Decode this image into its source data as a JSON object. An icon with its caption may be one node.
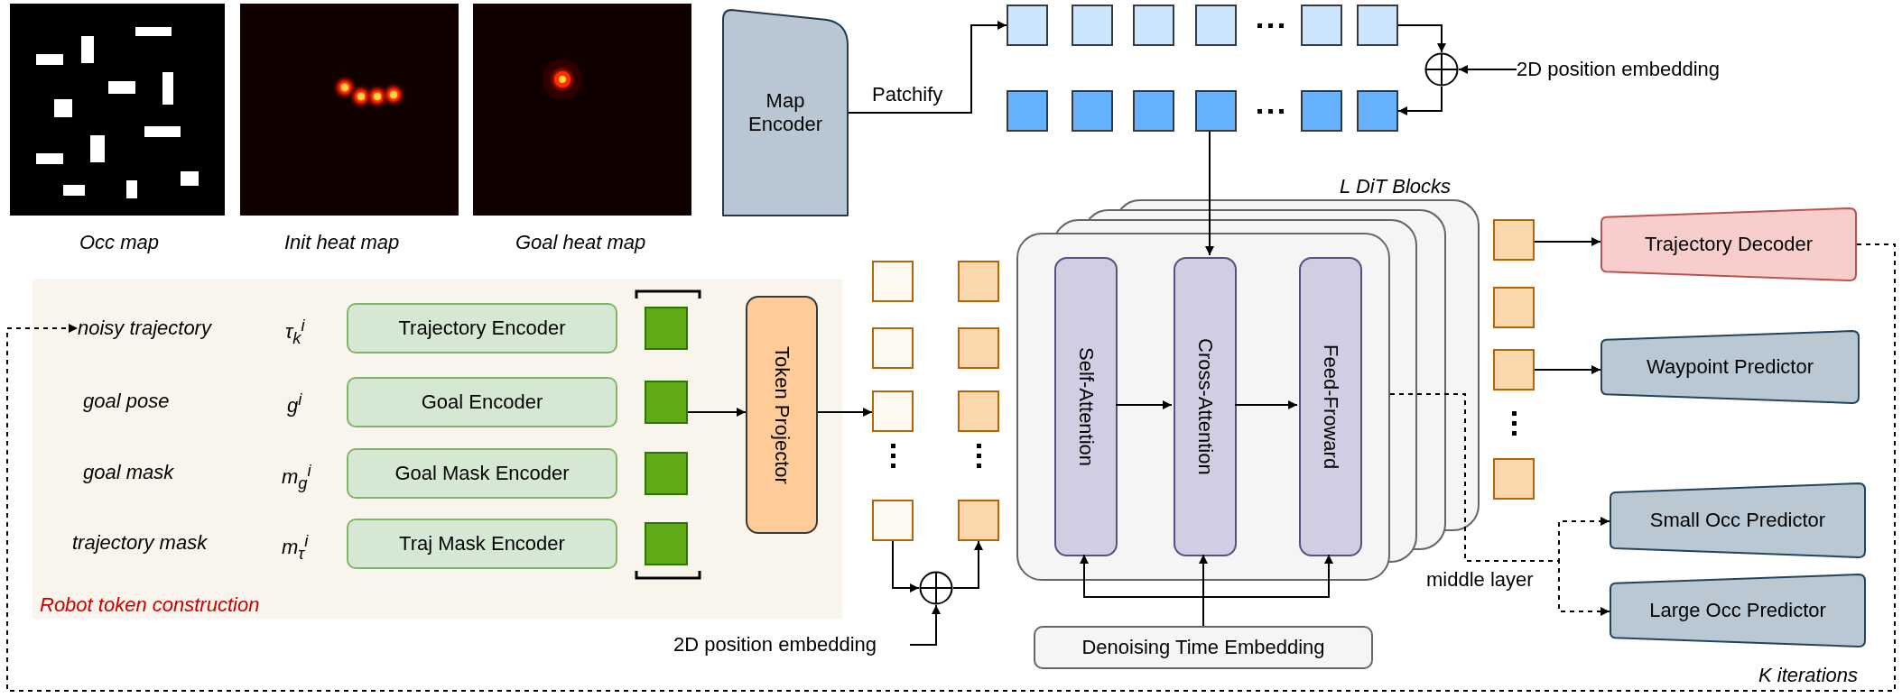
{
  "diagram": {
    "nodes": [
      {
        "text": [
          "Map Encoder"
        ]
      },
      {
        "text": [],
        "shape": "box"
      },
      {
        "text": [],
        "shape": "box"
      },
      {
        "text": [],
        "shape": "box"
      },
      {
        "text": [],
        "shape": "box"
      },
      {
        "text": [],
        "shape": "box"
      },
      {
        "text": [],
        "shape": "box"
      },
      {
        "text": [],
        "shape": "box"
      },
      {
        "text": [],
        "shape": "box"
      },
      {
        "text": [],
        "shape": "box"
      },
      {
        "text": [],
        "shape": "box"
      },
      {
        "text": [],
        "shape": "box"
      },
      {
        "text": [],
        "shape": "box"
      },
      {
        "text": [],
        "shape": "circle"
      },
      {
        "text": [
          "2D position embedding"
        ]
      },
      {
        "text": [
          "Robot token construction"
        ]
      },
      {
        "text": [
          "noisy trajectory"
        ],
        "in": 15
      },
      {
        "text": [
          "Trajectory Encoder"
        ],
        "in": 15
      },
      {
        "text": [
          "Goal Encoder"
        ],
        "in": 15
      },
      {
        "text": [
          "Goal Mask Encoder"
        ],
        "in": 15
      },
      {
        "text": [
          "Traj Mask Encoder"
        ],
        "in": 15
      },
      {
        "text": [],
        "shape": "box",
        "in": 15
      },
      {
        "text": [],
        "shape": "box",
        "in": 15
      },
      {
        "text": [],
        "shape": "box",
        "in": 15
      },
      {
        "text": [],
        "shape": "box",
        "in": 15
      },
      {
        "text": [
          "Token Projector"
        ],
        "in": 15
      },
      {
        "text": [],
        "shape": "box"
      },
      {
        "text": [],
        "shape": "box"
      },
      {
        "text": [],
        "shape": "box"
      },
      {
        "text": [],
        "shape": "box"
      },
      {
        "text": [],
        "shape": "box"
      },
      {
        "text": [],
        "shape": "box"
      },
      {
        "text": [],
        "shape": "box"
      },
      {
        "text": [],
        "shape": "box"
      },
      {
        "text": [],
        "shape": "circle"
      },
      {
        "text": [
          "2D position embedding"
        ]
      },
      {
        "text": [],
        "shape": "box"
      },
      {
        "text": [
          "Self-Attention"
        ],
        "in": 36
      },
      {
        "text": [
          "Cross-Attention"
        ],
        "in": 36
      },
      {
        "text": [
          "Feed-Froward"
        ],
        "in": 36
      },
      {
        "text": [
          "Denoising Time Embedding"
        ]
      },
      {
        "text": [],
        "shape": "box"
      },
      {
        "text": [],
        "shape": "box"
      },
      {
        "text": [],
        "shape": "box"
      },
      {
        "text": [],
        "shape": "box"
      },
      {
        "text": [
          "Trajectory Decoder"
        ]
      },
      {
        "text": [
          "Waypoint Predictor"
        ]
      },
      {
        "text": [
          "Small Occ Predictor"
        ]
      },
      {
        "text": [
          "Large Occ Predictor"
        ]
      }
    ],
    "edges": [
      {
        "from": 0,
        "to": 1,
        "arrow": "to",
        "label": "Patchify"
      },
      {
        "from": 6,
        "to": 13,
        "arrow": "to"
      },
      {
        "from": 14,
        "to": 13,
        "arrow": "to"
      },
      {
        "from": 13,
        "to": 12,
        "arrow": "to"
      },
      {
        "from": 10,
        "to": 38,
        "arrow": "to"
      },
      {
        "from": 22,
        "to": 25,
        "arrow": "to"
      },
      {
        "from": 25,
        "to": 28,
        "arrow": "to"
      },
      {
        "from": 29,
        "to": 34,
        "arrow": "to"
      },
      {
        "from": 34,
        "to": 33,
        "arrow": "to"
      },
      {
        "from": 35,
        "to": 34,
        "arrow": "to"
      },
      {
        "from": 37,
        "to": 38,
        "arrow": "to"
      },
      {
        "from": 38,
        "to": 39,
        "arrow": "to"
      },
      {
        "from": 40,
        "to": 37,
        "arrow": "to"
      },
      {
        "from": 40,
        "to": 38,
        "arrow": "to"
      },
      {
        "from": 40,
        "to": 39,
        "arrow": "to"
      },
      {
        "from": 41,
        "to": 45,
        "arrow": "to"
      },
      {
        "from": 43,
        "to": 46,
        "arrow": "to"
      },
      {
        "from": 36,
        "to": 47,
        "arrow": "to",
        "style": "dashed",
        "label": "middle layer"
      },
      {
        "from": 36,
        "to": 48,
        "arrow": "to",
        "style": "dashed"
      },
      {
        "from": 45,
        "to": 16,
        "arrow": "to",
        "style": "dashed",
        "label": "K iterations"
      }
    ],
    "labels": [
      "Occ map",
      "Init heat map",
      "Goal heat map",
      "L DiT Blocks",
      "τ$_{k}$$^{i}$",
      "goal pose",
      "g$^{i}$",
      "goal mask",
      "m$_{g}$$^{i}$",
      "trajectory mask",
      "m$_{τ}$$^{i}$"
    ]
  }
}
